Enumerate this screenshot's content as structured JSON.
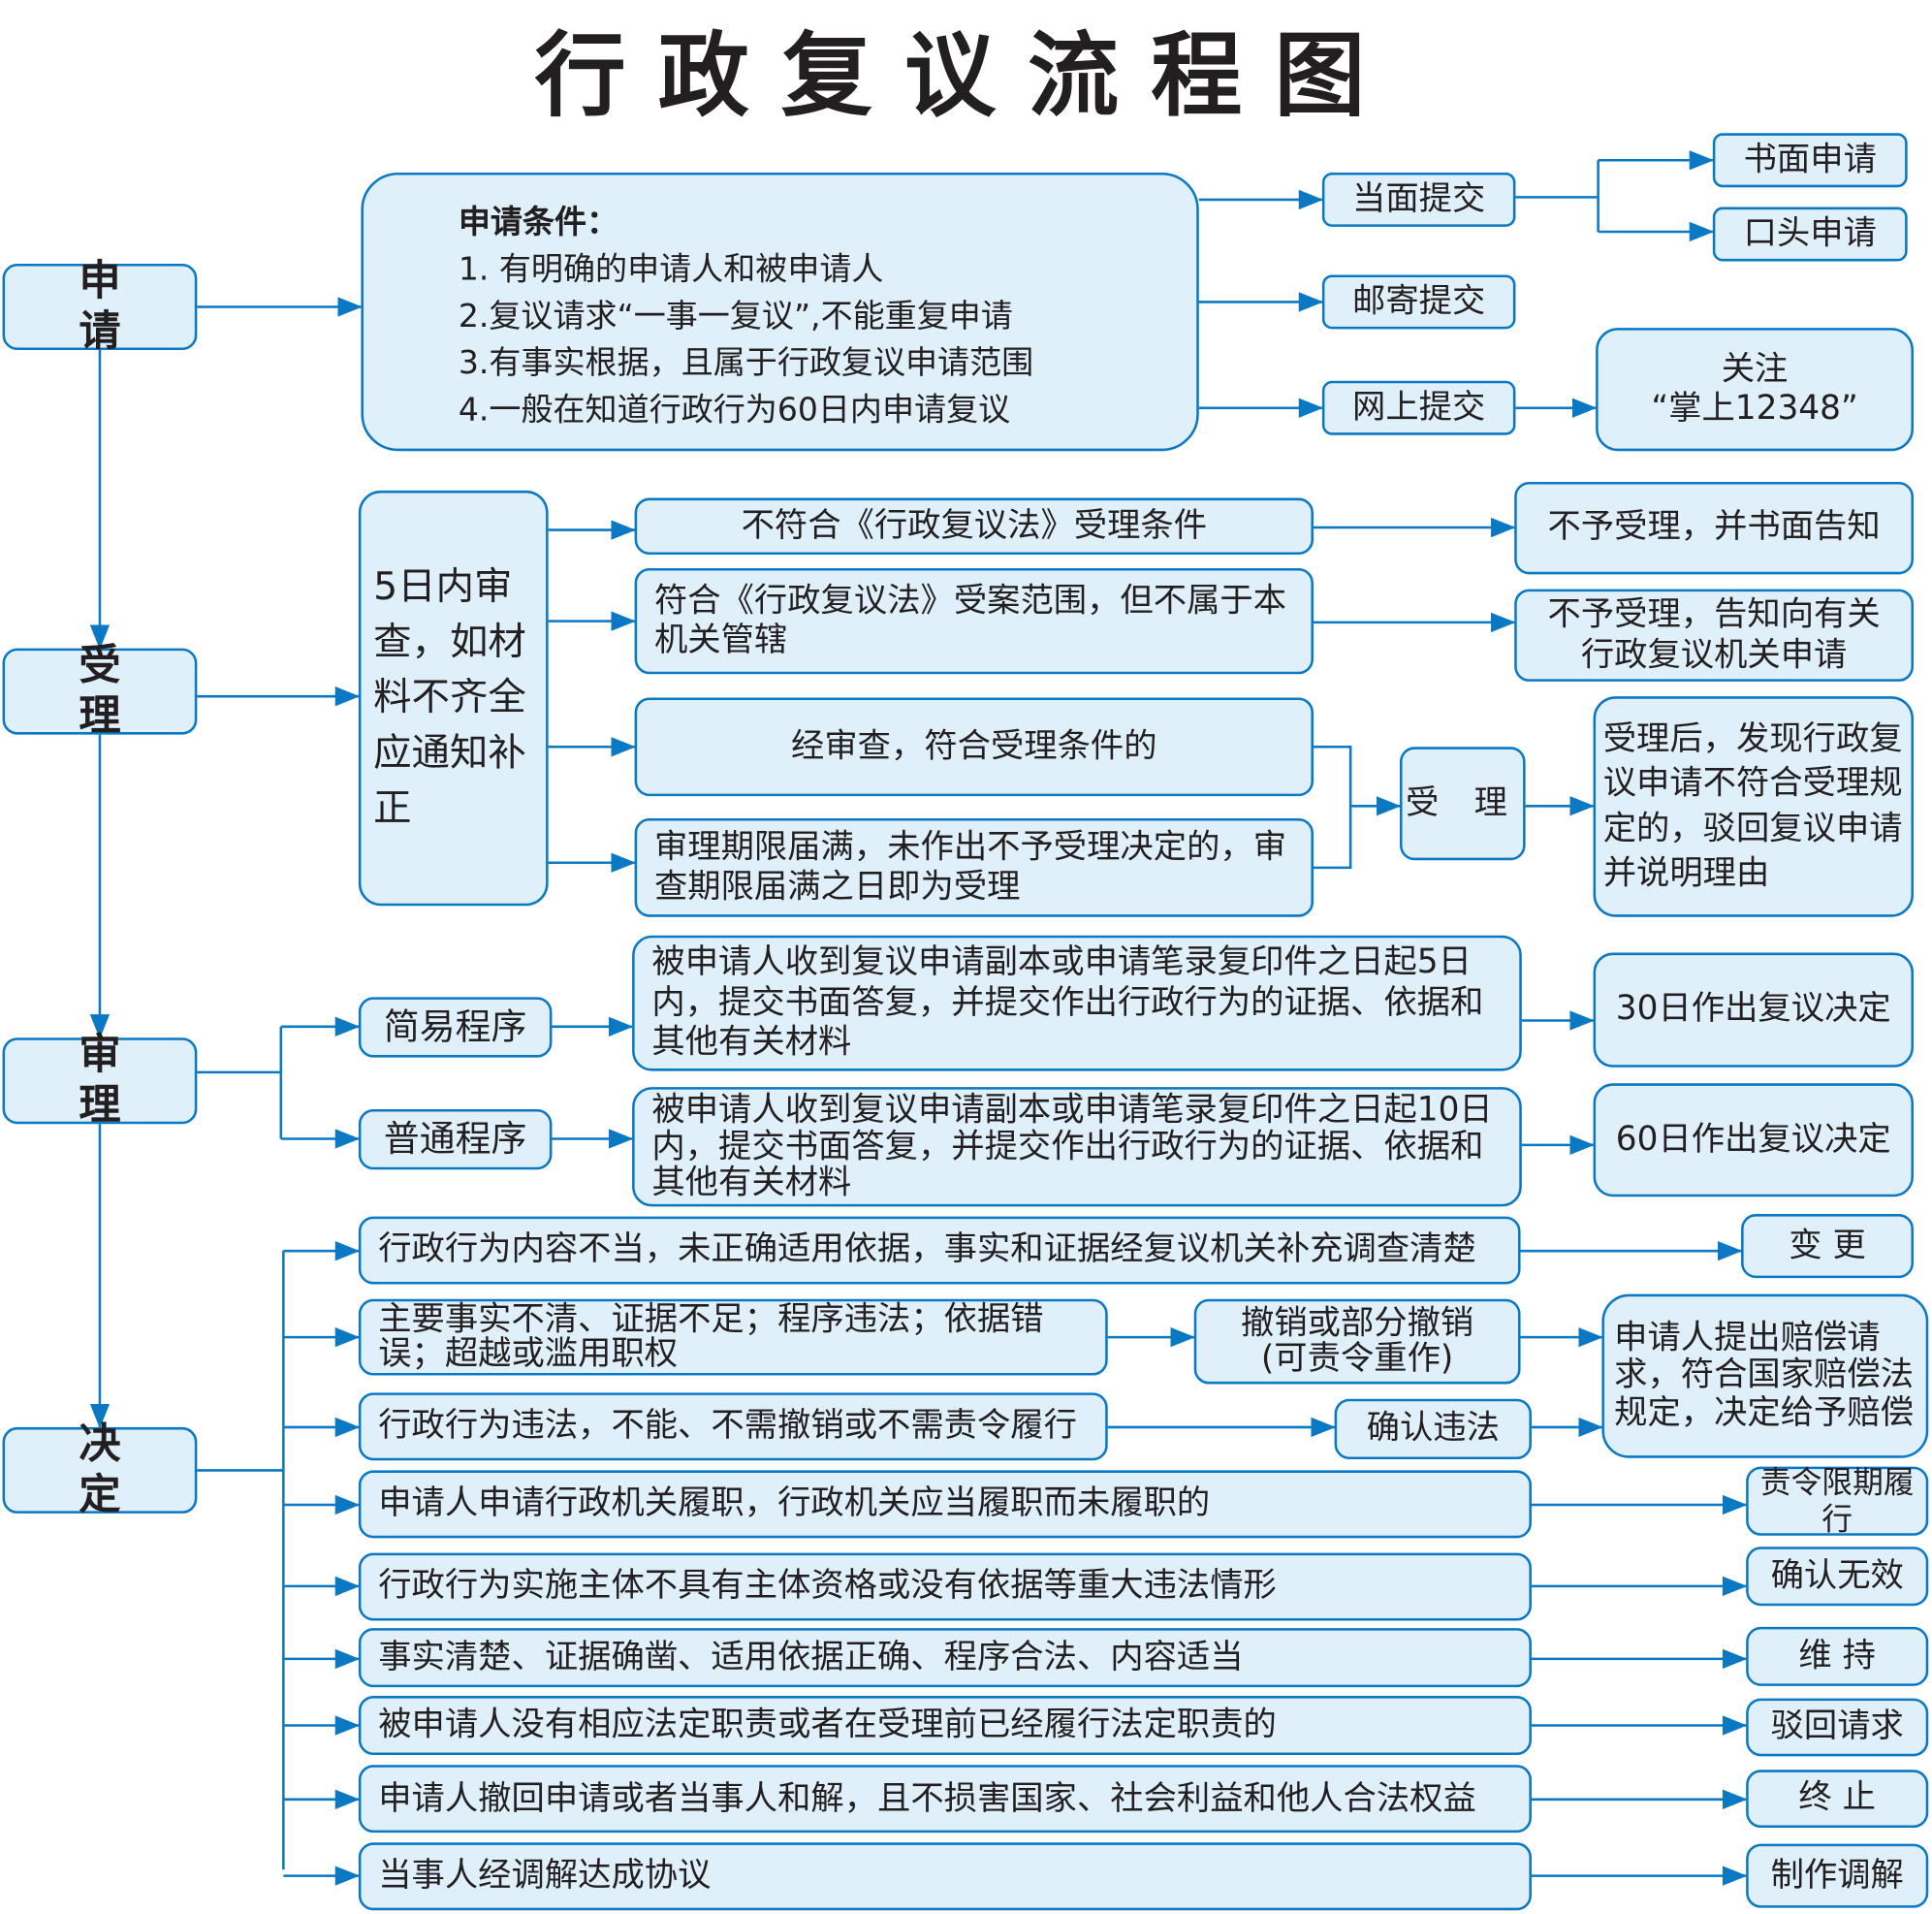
{
  "title": "行政复议流程图",
  "stages": {
    "apply": "申 请",
    "accept": "受 理",
    "review": "审 理",
    "decide": "决 定"
  },
  "apply": {
    "conditions_title": "申请条件：",
    "conditions": [
      "1. 有明确的申请人和被申请人",
      "2.复议请求“一事一复议”,不能重复申请",
      "3.有事实根据，且属于行政复议申请范围",
      "4.一般在知道行政行为60日内申请复议"
    ],
    "methods": [
      "当面提交",
      "邮寄提交",
      "网上提交"
    ],
    "in_person_types": [
      "书面申请",
      "口头申请"
    ],
    "online_note": "关注\n“掌上12348”"
  },
  "accept": {
    "review_note": "5日内审查，如材料不齐全应通知补正",
    "cases": [
      "不符合《行政复议法》受理条件",
      "符合《行政复议法》受案范围，但不属于本机关管辖",
      "经审查，符合受理条件的",
      "审理期限届满，未作出不予受理决定的，审查期限届满之日即为受理"
    ],
    "results": [
      "不予受理，并书面告知",
      "不予受理，告知向有关行政复议机关申请"
    ],
    "accepted": "受 理",
    "after_accept": "受理后，发现行政复议申请不符合受理规定的，驳回复议申请并说明理由"
  },
  "review": {
    "procedures": [
      {
        "name": "简易程序",
        "desc": "被申请人收到复议申请副本或申请笔录复印件之日起5日内，提交书面答复，并提交作出行政行为的证据、依据和其他有关材料",
        "result": "30日作出复议决定"
      },
      {
        "name": "普通程序",
        "desc": "被申请人收到复议申请副本或申请笔录复印件之日起10日内，提交书面答复，并提交作出行政行为的证据、依据和其他有关材料",
        "result": "60日作出复议决定"
      }
    ]
  },
  "decide": {
    "conditions": [
      "行政行为内容不当，未正确适用依据，事实和证据经复议机关补充调查清楚",
      "主要事实不清、证据不足；程序违法；依据错误；超越或滥用职权",
      "行政行为违法，不能、不需撤销或不需责令履行",
      "申请人申请行政机关履职，行政机关应当履职而未履职的",
      "行政行为实施主体不具有主体资格或没有依据等重大违法情形",
      "事实清楚、证据确凿、适用依据正确、程序合法、内容适当",
      "被申请人没有相应法定职责或者在受理前已经履行法定职责的",
      "申请人撤回申请或者当事人和解，且不损害国家、社会利益和他人合法权益",
      "当事人经调解达成协议"
    ],
    "outcomes": [
      "变 更",
      "撤销或部分撤销\n(可责令重作)",
      "确认违法",
      "责令限期履行",
      "确认无效",
      "维 持",
      "驳回请求",
      "终 止",
      "制作调解"
    ],
    "compensation": "申请人提出赔偿请求，符合国家赔偿法规定，决定给予赔偿"
  },
  "colors": {
    "border": "#0a78c2",
    "fill": "#dff0fb",
    "text": "#231f20"
  }
}
